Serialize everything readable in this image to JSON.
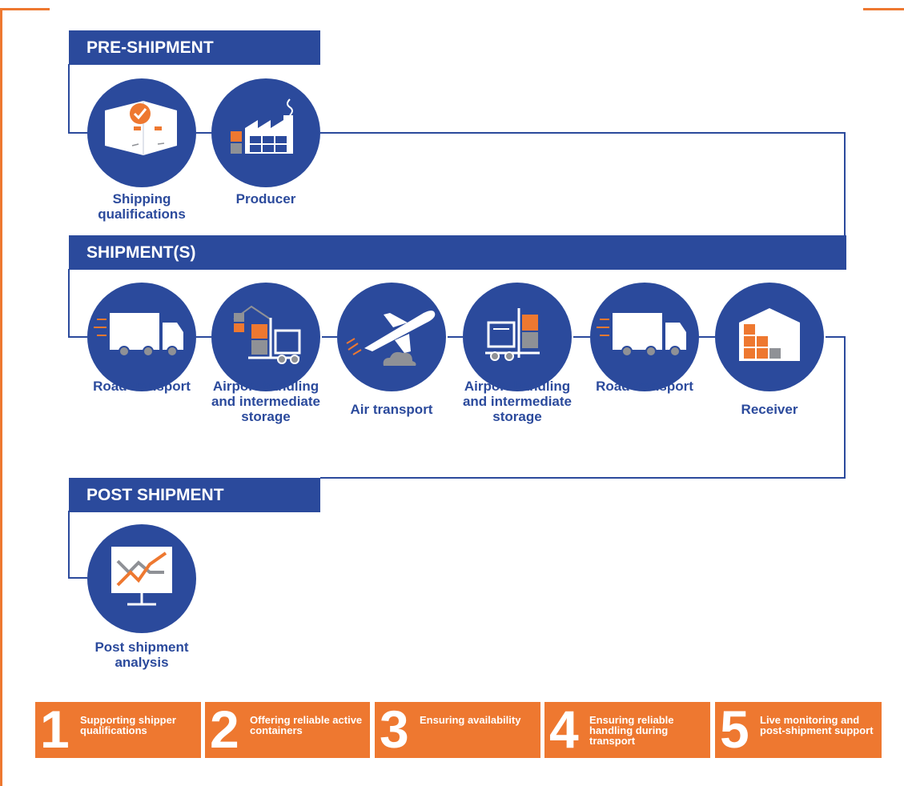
{
  "sections": {
    "pre": "PRE-SHIPMENT",
    "shipments": "SHIPMENT(S)",
    "post": "POST SHIPMENT"
  },
  "stages": {
    "pre": [
      {
        "label": "Shipping qualifications",
        "icon": "certified-container-icon"
      },
      {
        "label": "Producer",
        "icon": "factory-icon"
      }
    ],
    "shipments": [
      {
        "label": "Road transport",
        "icon": "truck-icon"
      },
      {
        "label": "Airport handling and intermediate storage",
        "icon": "warehouse-forklift-icon"
      },
      {
        "label": "Air transport",
        "icon": "airplane-icon"
      },
      {
        "label": "Airport handling and intermediate storage",
        "icon": "forklift-icon"
      },
      {
        "label": "Road transport",
        "icon": "truck-icon"
      },
      {
        "label": "Receiver",
        "icon": "receiver-warehouse-icon"
      }
    ],
    "post": [
      {
        "label": "Post shipment analysis",
        "icon": "analytics-monitor-icon"
      }
    ]
  },
  "steps": [
    {
      "number": "1",
      "text": "Supporting shipper qualifications"
    },
    {
      "number": "2",
      "text": "Offering reliable active containers"
    },
    {
      "number": "3",
      "text": "Ensuring availability"
    },
    {
      "number": "4",
      "text": "Ensuring reliable handling during transport"
    },
    {
      "number": "5",
      "text": "Live monitoring and post-shipment support"
    }
  ],
  "colors": {
    "brand_blue": "#2b4a9c",
    "accent_orange": "#ee7830",
    "icon_grey": "#8f9196"
  }
}
